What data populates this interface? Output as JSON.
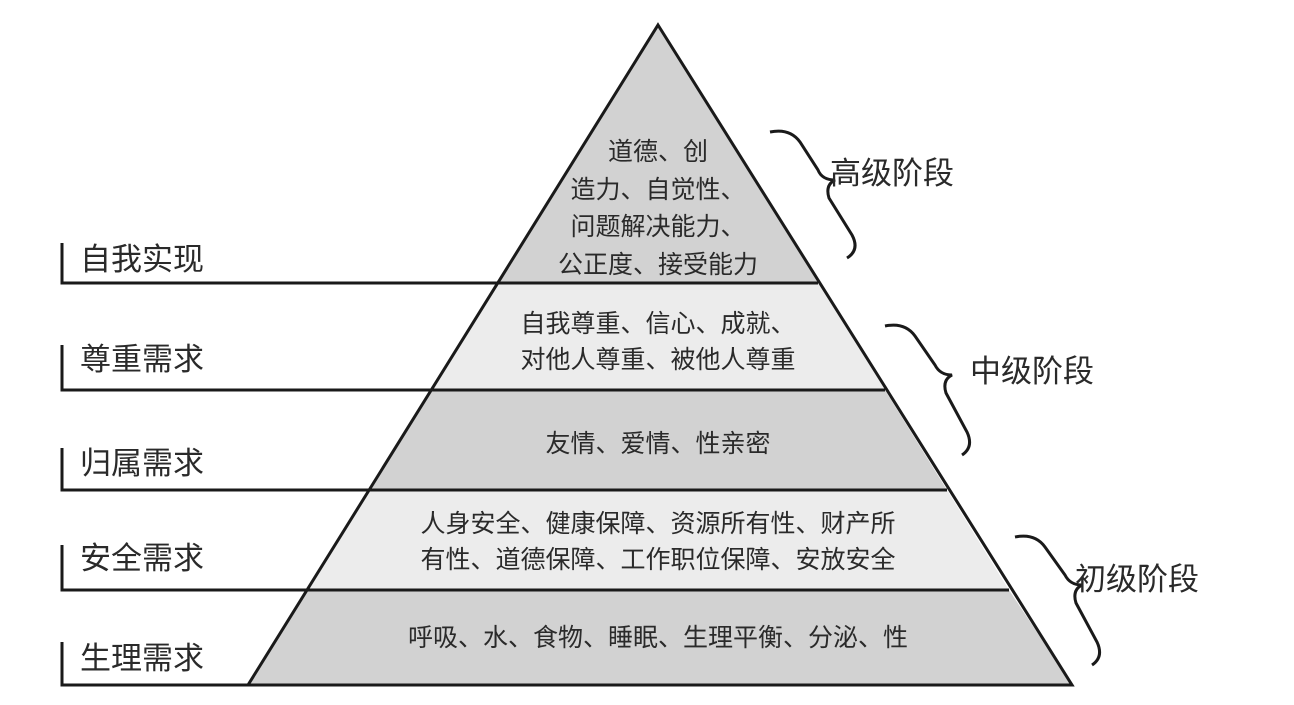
{
  "levels": [
    {
      "label": "自我实现",
      "lines": [
        "道德、创",
        "造力、自觉性、",
        "问题解决能力、",
        "公正度、接受能力"
      ],
      "shade": "#d2d2d2"
    },
    {
      "label": "尊重需求",
      "lines": [
        "自我尊重、信心、成就、",
        "对他人尊重、被他人尊重"
      ],
      "shade": "#ececec"
    },
    {
      "label": "归属需求",
      "lines": [
        "友情、爱情、性亲密"
      ],
      "shade": "#d2d2d2"
    },
    {
      "label": "安全需求",
      "lines": [
        "人身安全、健康保障、资源所有性、财产所",
        "有性、道德保障、工作职位保障、安放安全"
      ],
      "shade": "#ececec"
    },
    {
      "label": "生理需求",
      "lines": [
        "呼吸、水、食物、睡眠、生理平衡、分泌、性"
      ],
      "shade": "#d2d2d2"
    }
  ],
  "stages": [
    "高级阶段",
    "中级阶段",
    "初级阶段"
  ]
}
